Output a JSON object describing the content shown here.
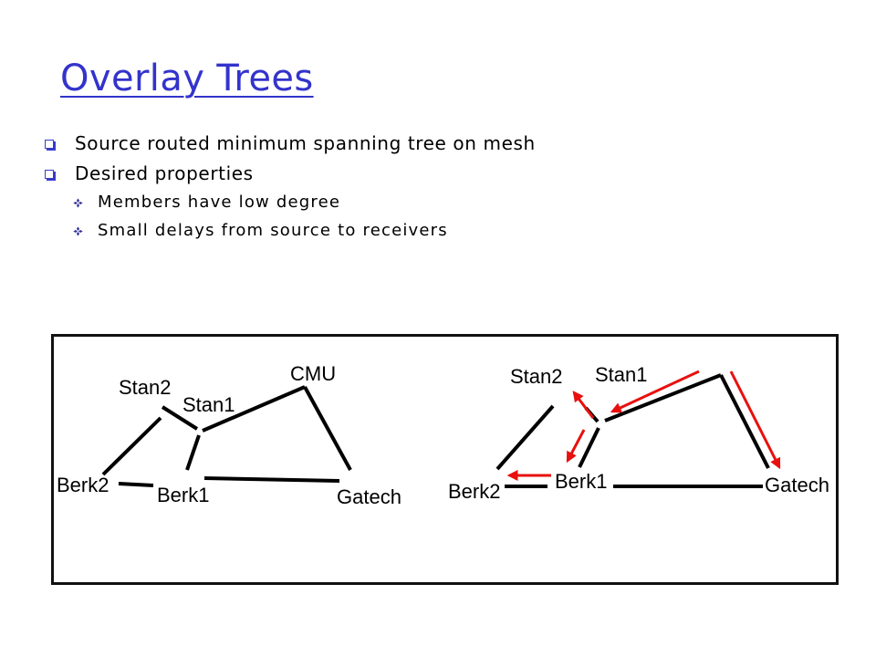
{
  "slide": {
    "title": "Overlay Trees",
    "bullets": [
      {
        "text": "Source routed minimum spanning tree on mesh"
      },
      {
        "text": "Desired properties",
        "sub": [
          "Members have low degree",
          "Small delays from source to receivers"
        ]
      }
    ]
  },
  "diagram": {
    "left": {
      "labels": {
        "cmu": "CMU",
        "stan2": "Stan2",
        "stan1": "Stan1",
        "berk2": "Berk2",
        "berk1": "Berk1",
        "gatech": "Gatech"
      }
    },
    "right": {
      "labels": {
        "stan2": "Stan2",
        "stan1": "Stan1",
        "berk2": "Berk2",
        "berk1": "Berk1",
        "gatech": "Gatech"
      }
    }
  },
  "icons": {
    "bullet": "square-bullet-icon",
    "sub_bullet": "diamond-bullet-icon"
  },
  "colors": {
    "title": "#3333cc",
    "bullet": "#3a3acc",
    "sub_bullet": "#333399",
    "edge": "#000000",
    "tree_arrow": "#e8100e"
  }
}
